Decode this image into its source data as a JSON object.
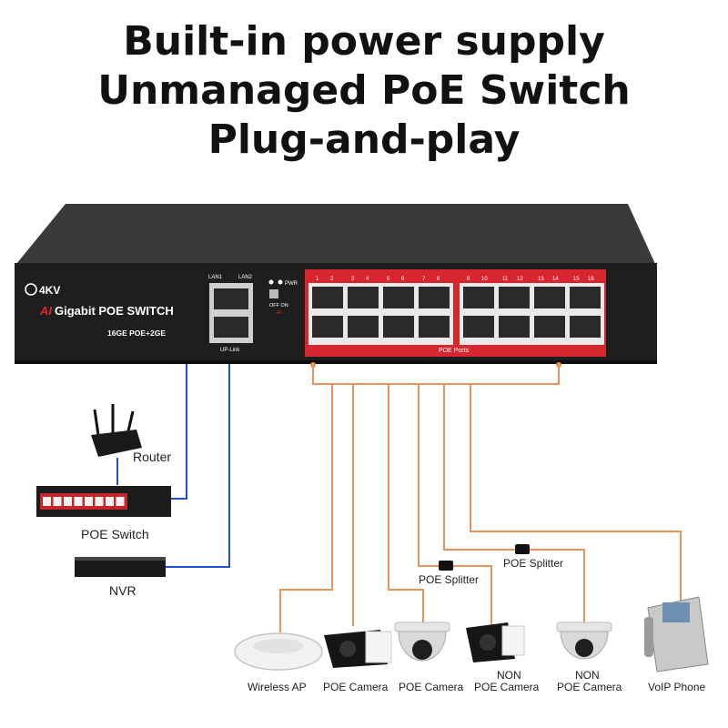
{
  "header": {
    "line1": "Built-in power supply",
    "line2": "Unmanaged PoE Switch",
    "line3": "Plug-and-play"
  },
  "switch": {
    "brand": "4KV",
    "model_prefix": "AI",
    "model": "Gigabit POE SWITCH",
    "spec": "16GE POE+2GE",
    "lan1": "LAN1",
    "lan2": "LAN2",
    "pwr": "PWR",
    "off_on": "OFF ON",
    "ai": "AI",
    "uplink": "UP-Link",
    "poe_ports": "POE Ports",
    "port_numbers": [
      "1",
      "2",
      "3",
      "4",
      "5",
      "6",
      "7",
      "8",
      "9",
      "10",
      "11",
      "12",
      "13",
      "14",
      "15",
      "16"
    ]
  },
  "devices": {
    "router": "Router",
    "poe_switch": "POE Switch",
    "nvr": "NVR",
    "splitter_left": "POE Splitter",
    "splitter_right": "POE Splitter",
    "wireless_ap": "Wireless AP",
    "poe_camera_1": "POE Camera",
    "poe_camera_2": "POE Camera",
    "non_camera_1_line1": "NON",
    "non_camera_1_line2": "POE Camera",
    "non_camera_2_line1": "NON",
    "non_camera_2_line2": "POE Camera",
    "voip_phone": "VoIP Phone"
  },
  "colors": {
    "uplink_wire": "#1f4fd8",
    "poe_wire": "#e8935a",
    "port_frame": "#d8262e",
    "switch_body": "#2b2b2b"
  }
}
